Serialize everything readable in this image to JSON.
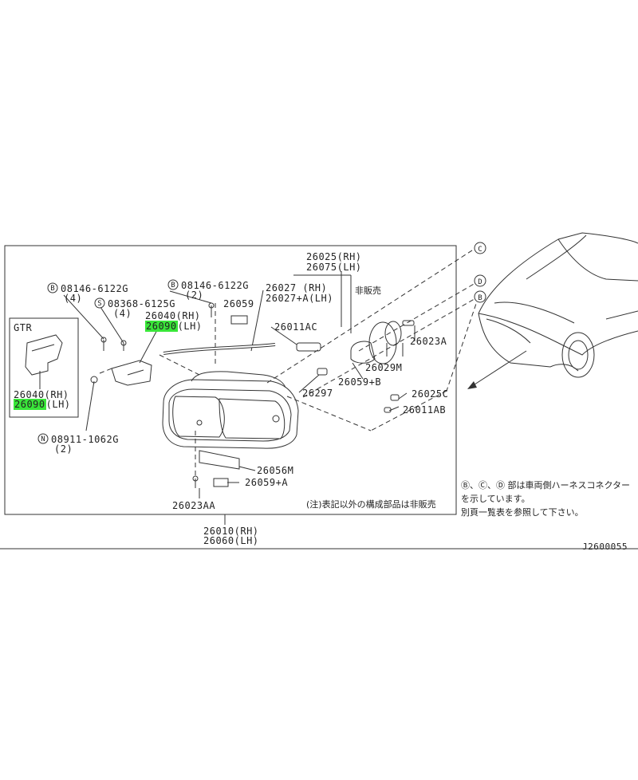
{
  "labels": {
    "p26025": "26025(RH)",
    "p26075": "26075(LH)",
    "p26027": "26027  (RH)",
    "p26027a": "26027+A(LH)",
    "hihanbai": "非販売",
    "p08146a": "08146-6122G",
    "p08146a_q": "(4)",
    "p08368": "08368-6125G",
    "p08368_q": "(4)",
    "p08146b": "08146-6122G",
    "p08146b_q": "(2)",
    "p26059": "26059",
    "p26040": "26040(RH)",
    "p26090": "26090",
    "p26090_lh": "(LH)",
    "p26011ac": "26011AC",
    "p26023a": "26023A",
    "gtr": "GTR",
    "gtr_26040": "26040(RH)",
    "gtr_26090": "26090",
    "gtr_26090_lh": "(LH)",
    "p26029m": "26029M",
    "p26059b": "26059+B",
    "p26297": "26297",
    "p26025c": "26025C",
    "p26011ab": "26011AB",
    "p08911": "08911-1062G",
    "p08911_q": "(2)",
    "p26056m": "26056M",
    "p26059a": "26059+A",
    "p26023aa": "26023AA",
    "note": "(注)表記以外の構成部品は非販売",
    "p26010": "26010(RH)",
    "p26060": "26060(LH)",
    "legend_line1": "Ⓑ、Ⓒ、Ⓓ 部は車両側ハーネスコネクター",
    "legend_line2": "を示しています。",
    "legend_line3": "別頁一覧表を参照して下さい。",
    "diagram_id": "J2600055",
    "circ_b1": "B",
    "circ_s": "S",
    "circ_b2": "B",
    "circ_n": "N",
    "circ_c": "C",
    "circ_d": "D",
    "circ_b3": "B"
  },
  "colors": {
    "highlight": "#39e639",
    "line": "#333333"
  }
}
